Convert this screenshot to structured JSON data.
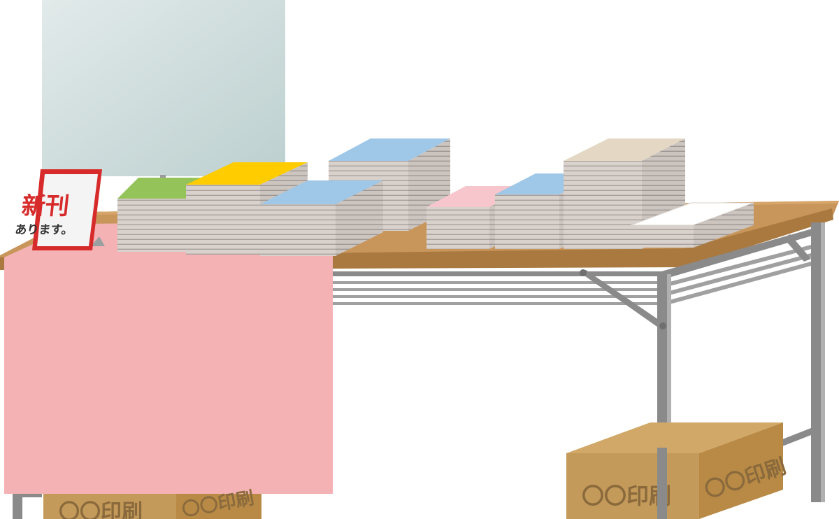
{
  "sign": {
    "line1": "新刊",
    "line2": "あります。"
  },
  "boxes": {
    "front_label": "〇〇印刷",
    "side_label": "〇〇印刷"
  },
  "colors": {
    "tablecloth": "#f4b2b5",
    "tabletop": "#c8955a",
    "table_edge": "#a9793f",
    "frame": "#8a8a8a",
    "board": "#cfdcdc",
    "box_front": "#c49a5a",
    "box_side": "#b98a45",
    "box_top": "#d2a868",
    "box_text": "#8a6a3c",
    "sign_red": "#d72a2a",
    "cover_green": "#94c35a",
    "cover_yellow": "#ffcc00",
    "cover_blue": "#9ec7e8",
    "cover_pink": "#f6c6cc",
    "cover_beige": "#e4d8c4",
    "cover_white": "#ffffff"
  }
}
